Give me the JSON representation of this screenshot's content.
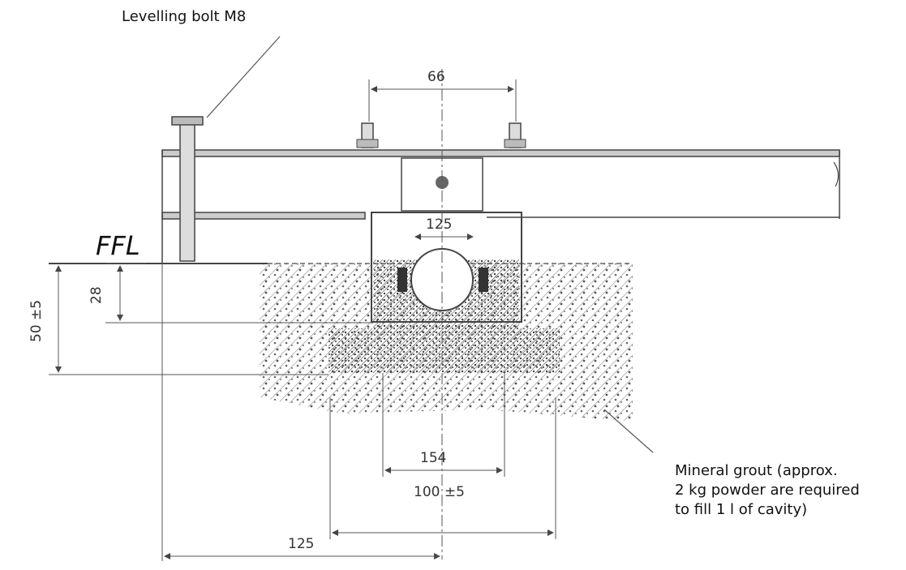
{
  "labels": {
    "levelling_bolt": "Levelling bolt M8",
    "ffl": "FFL",
    "grout_line1": "Mineral grout (approx.",
    "grout_line2": "2 kg powder are required",
    "grout_line3": "to fill 1 l of cavity)"
  },
  "dimensions": {
    "d66": "66",
    "d125_bore": "125",
    "d28": "28",
    "d50": "50 ±5",
    "d154": "154",
    "d100": "100 ±5",
    "d125": "125"
  },
  "colors": {
    "line": "#4a4a4a",
    "fill_dot": "#6e6e6e"
  }
}
